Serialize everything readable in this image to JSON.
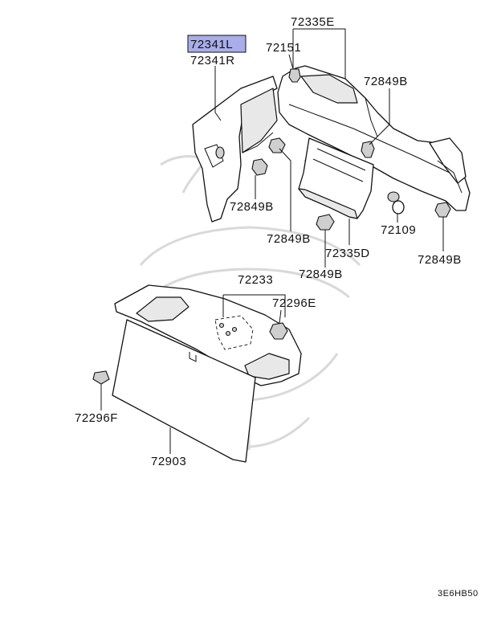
{
  "highlight_color": "#a9aee8",
  "labels": {
    "p72341L": "72341L",
    "p72341R": "72341R",
    "p72335E": "72335E",
    "p72151": "72151",
    "p72849B_1": "72849B",
    "p72849B_2": "72849B",
    "p72849B_3": "72849B",
    "p72849B_4": "72849B",
    "p72849B_5": "72849B",
    "p72109": "72109",
    "p72335D": "72335D",
    "p72233": "72233",
    "p72296E": "72296E",
    "p72296F": "72296F",
    "p72903": "72903"
  },
  "figure_code": "3E6HB50"
}
